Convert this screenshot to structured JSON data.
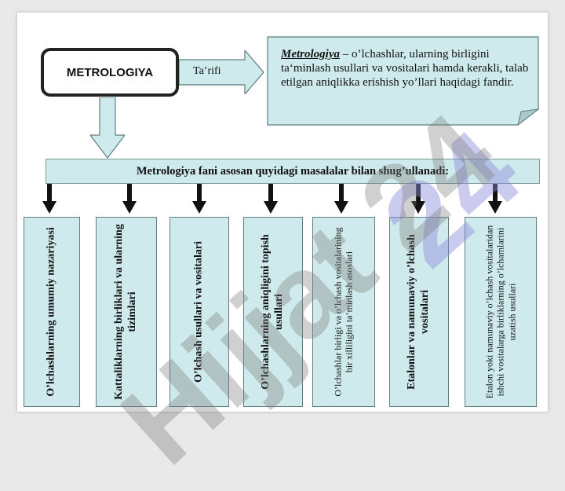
{
  "main_title": "METROLOGIYA",
  "definition_label": "Ta’rifi",
  "definition": {
    "term": "Metrologiya",
    "text": " – o’lchashlar, ularning birligini ta‘minlash usullari va vositalari hamda kerakli, talab etilgan aniqlikka erishish yo’llari haqidagi fandir."
  },
  "banner": "Metrologiya fani asosan quyidagi masalalar bilan shug’ullanadi:",
  "topics": [
    "O’lchashlarning umumiy nazariyasi",
    "Kattaliklarning birliklari va ularning tizimlari",
    "O’lchash usullari va vositalari",
    "O’lchashlarning aniqligini topish usullari",
    "O’lchashlar birligi va o’lchash vositalarining bir xilliligini ta‘minlash asoslari",
    "Etalonlar va namunaviy o’lchash vositalari",
    "Etalon yoki namunaviy o’lchash vositalaridan ishchi vositalarga birliklarning o’lchamlarini uzatish usullari"
  ],
  "watermark": "Hijjat 24",
  "colors": {
    "box_fill": "#cfeaec",
    "border": "#5e7e80",
    "arrow": "#111111"
  }
}
